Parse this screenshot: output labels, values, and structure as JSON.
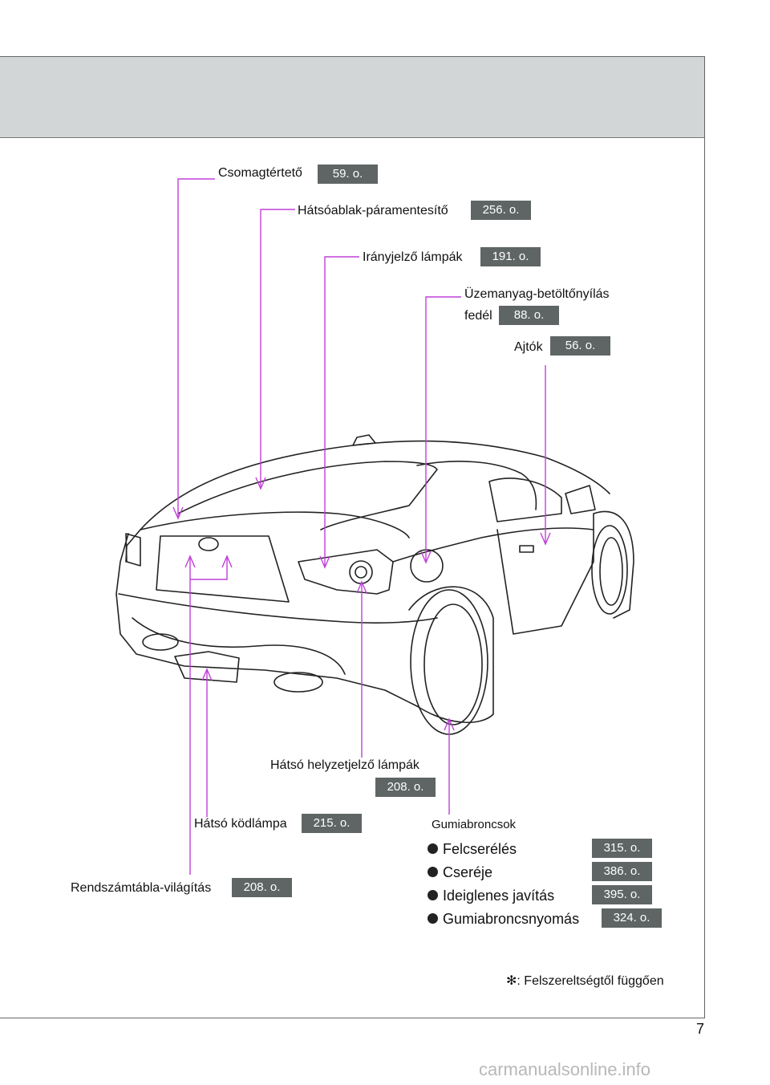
{
  "callouts": {
    "trunk": {
      "label": "Csomagtértető",
      "page": "59. o."
    },
    "defogger": {
      "label": "Hátsóablak-páramentesítő",
      "page": "256. o."
    },
    "turn_signals": {
      "label": "Irányjelző lámpák",
      "page": "191. o."
    },
    "fuel_door_line1": "Üzemanyag-betöltőnyílás",
    "fuel_door_line2": "fedél",
    "fuel_door_page": "88. o.",
    "doors": {
      "label": "Ajtók",
      "page": "56. o."
    },
    "tail_lights": {
      "label": "Hátsó helyzetjelző lámpák",
      "page": "208. o."
    },
    "fog_lamp": {
      "label": "Hátsó ködlámpa",
      "page": "215. o."
    },
    "plate_light": {
      "label": "Rendszámtábla-világítás",
      "page": "208. o."
    }
  },
  "tires": {
    "heading": "Gumiabroncsok",
    "items": [
      {
        "label": "Felcserélés",
        "page": "315. o."
      },
      {
        "label": "Cseréje",
        "page": "386. o."
      },
      {
        "label": "Ideiglenes javítás",
        "page": "395. o."
      },
      {
        "label": "Gumiabroncsnyomás",
        "page": "324. o."
      }
    ]
  },
  "footnote": {
    "symbol": "✻",
    "text": ": Felszereltségtől függően"
  },
  "page_number": "7",
  "watermark": "carmanualsonline.info",
  "colors": {
    "callout_line": "#c040d8",
    "badge_bg": "#5f6565",
    "header_band": "#d2d6d6"
  }
}
